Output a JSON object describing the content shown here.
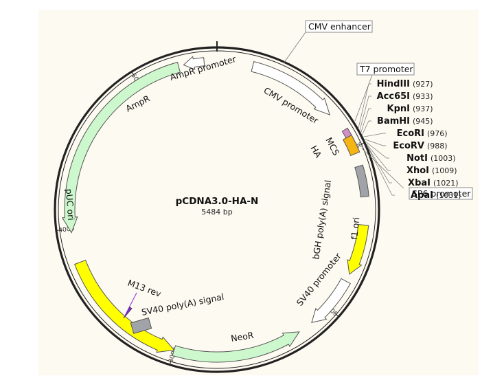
{
  "plasmid": {
    "name": "pCDNA3.0-HA-N",
    "length_label": "5484 bp",
    "length_bp": 5484
  },
  "colors": {
    "panel": "#fdfaf1",
    "backbone": "#222222",
    "promoter_fill": "#ffffff",
    "green_fill": "#cdf7cd",
    "yellow_fill": "#ffff00",
    "gray_fill": "#a0a4a8",
    "orange_fill": "#f5b614",
    "ha_fill": "#d28fc8",
    "purple_fill": "#8a2be2",
    "leader": "#777777"
  },
  "ticks": [
    {
      "bp": 1000,
      "label": "1000"
    },
    {
      "bp": 2000,
      "label": "2000"
    },
    {
      "bp": 3000,
      "label": "3000"
    },
    {
      "bp": 4000,
      "label": "4000"
    },
    {
      "bp": 5000,
      "label": "5000"
    }
  ],
  "features": [
    {
      "id": "cmv-enhancer",
      "label": "CMV enhancer",
      "boxed": true
    },
    {
      "id": "cmv-promoter",
      "label": "CMV promoter"
    },
    {
      "id": "t7-promoter",
      "label": "T7 promoter",
      "boxed": true
    },
    {
      "id": "ha",
      "label": "HA"
    },
    {
      "id": "mcs",
      "label": "MCS"
    },
    {
      "id": "bgh",
      "label": "bGH poly(A) signal"
    },
    {
      "id": "sp6-promoter",
      "label": "SP6 promoter",
      "boxed": true
    },
    {
      "id": "f1-ori",
      "label": "f1 ori"
    },
    {
      "id": "sv40-promoter",
      "label": "SV40 promoter"
    },
    {
      "id": "neor",
      "label": "NeoR"
    },
    {
      "id": "sv40-polya",
      "label": "SV40 poly(A) signal"
    },
    {
      "id": "m13-rev",
      "label": "M13 rev"
    },
    {
      "id": "puc-ori",
      "label": "pUC ori"
    },
    {
      "id": "ampr",
      "label": "AmpR"
    },
    {
      "id": "ampr-promoter",
      "label": "AmpR promoter"
    }
  ],
  "sites": [
    {
      "name": "HindIII",
      "pos": "(927)"
    },
    {
      "name": "Acc65I",
      "pos": "(933)"
    },
    {
      "name": "KpnI",
      "pos": "(937)"
    },
    {
      "name": "BamHI",
      "pos": "(945)"
    },
    {
      "name": "EcoRI",
      "pos": "(976)"
    },
    {
      "name": "EcoRV",
      "pos": "(988)"
    },
    {
      "name": "NotI",
      "pos": "(1003)"
    },
    {
      "name": "XhoI",
      "pos": "(1009)"
    },
    {
      "name": "XbaI",
      "pos": "(1021)"
    },
    {
      "name": "ApaI",
      "pos": "(1031)"
    }
  ]
}
